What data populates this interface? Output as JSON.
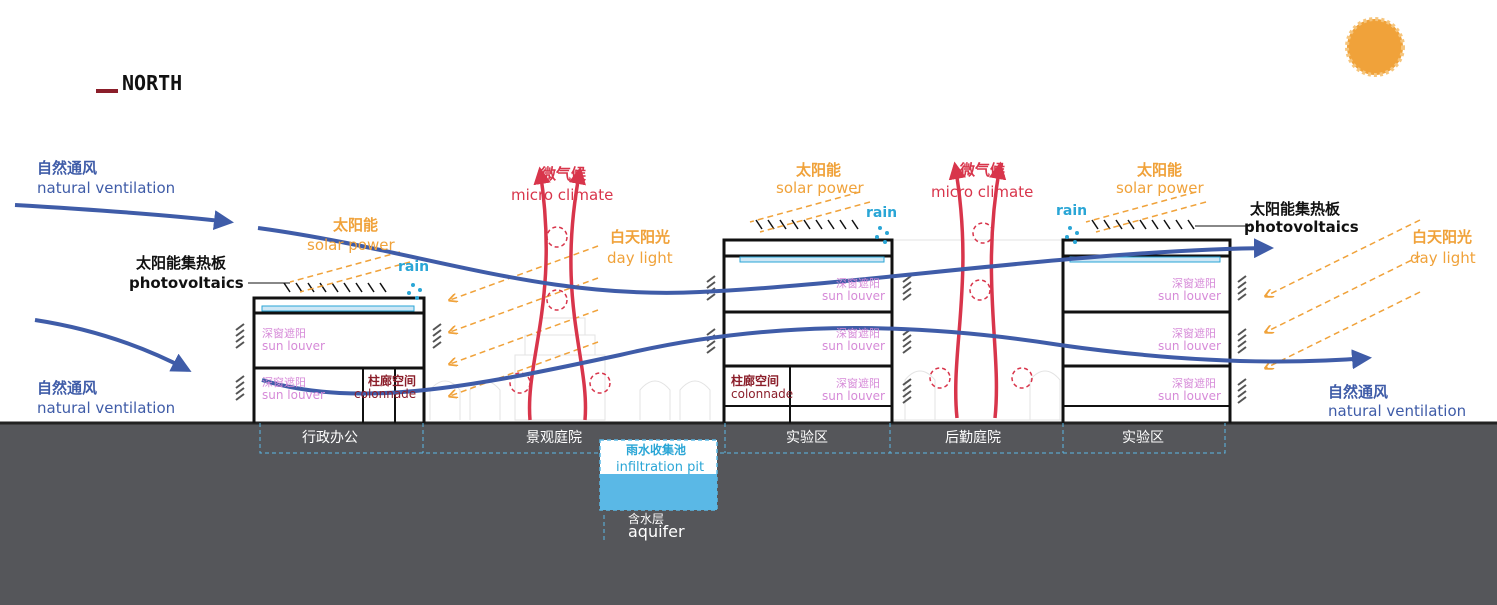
{
  "north_label": "NORTH",
  "ventilation": {
    "top_left_zh": "自然通风",
    "top_left_en": "natural ventilation",
    "bottom_left_zh": "自然通风",
    "bottom_left_en": "natural ventilation",
    "right_zh": "自然通风",
    "right_en": "natural ventilation"
  },
  "micro_climate": [
    {
      "zh": "微气候",
      "en": "micro climate"
    },
    {
      "zh": "微气候",
      "en": "micro climate"
    }
  ],
  "solar_power": [
    {
      "zh": "太阳能",
      "en": "solar power"
    },
    {
      "zh": "太阳能",
      "en": "solar power"
    },
    {
      "zh": "太阳能",
      "en": "solar power"
    }
  ],
  "day_light": [
    {
      "zh": "白天阳光",
      "en": "day light"
    },
    {
      "zh": "白天阳光",
      "en": "day light"
    }
  ],
  "photovoltaics": [
    {
      "zh": "太阳能集热板",
      "en": "photovoltaics"
    },
    {
      "zh": "太阳能集热板",
      "en": "photovoltaics"
    }
  ],
  "rain_label": "rain",
  "sun_louver": {
    "zh": "深窗遮阳",
    "en": "sun louver"
  },
  "colonnade": {
    "zh": "柱廊空间",
    "en": "colonnade"
  },
  "zones": [
    "行政办公",
    "景观庭院",
    "实验区",
    "后勤庭院",
    "实验区"
  ],
  "infiltration": {
    "zh": "雨水收集池",
    "en": "infiltration pit"
  },
  "aquifer": {
    "zh": "含水层",
    "en": "aquifer"
  },
  "colors": {
    "ground": "#55565a",
    "ventilation": "#3f5ca8",
    "micro_climate": "#d8354b",
    "sun": "#f0a23a",
    "rain": "#2aa6d6",
    "louver": "#d68ad8",
    "water": "#5ab8e6"
  }
}
